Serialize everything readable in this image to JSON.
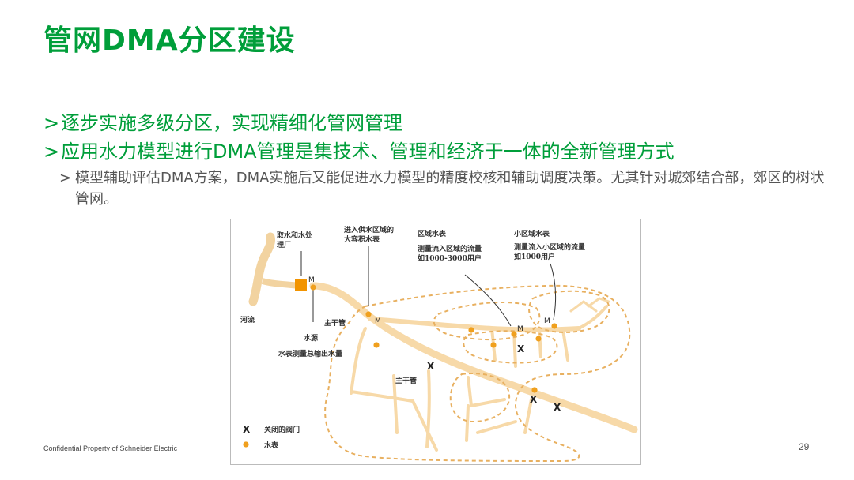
{
  "slide": {
    "title": "管网DMA分区建设",
    "bullets": [
      "逐步实施多级分区，实现精细化管网管理",
      "应用水力模型进行DMA管理是集技术、管理和经济于一体的全新管理方式"
    ],
    "sub_bullet": "模型辅助评估DMA方案，DMA实施后又能促进水力模型的精度校核和辅助调度决策。尤其针对城郊结合部，郊区的树状管网。",
    "bullet_marker": ">",
    "footer": "Confidential Property of Schneider Electric",
    "page_number": "29"
  },
  "diagram": {
    "labels": {
      "plant_line1": "取水和水处",
      "plant_line2": "理厂",
      "supply_line1": "进入供水区域的",
      "supply_line2": "大容积水表",
      "zone_title": "区域水表",
      "zone_line1": "测量流入区域的流量",
      "zone_line2": "如1000-3000用户",
      "subzone_title": "小区域水表",
      "subzone_line1": "测量流入小区域的流量",
      "subzone_line2": "如1000用户",
      "river": "河流",
      "main_pipe_1": "主干管",
      "main_pipe_2": "主干管",
      "source": "水源",
      "total_output": "水表测量总输出水量",
      "meter_marker": "M",
      "valve_marker": "X"
    },
    "legend": {
      "valve": "关闭的阀门",
      "meter": "水表"
    },
    "colors": {
      "pipe": "#f7d9a8",
      "meter_dot": "#f0a01e",
      "plant": "#f29400",
      "river": "#f2d3a0",
      "boundary": "#e8b060",
      "title": "#009e3a"
    }
  }
}
